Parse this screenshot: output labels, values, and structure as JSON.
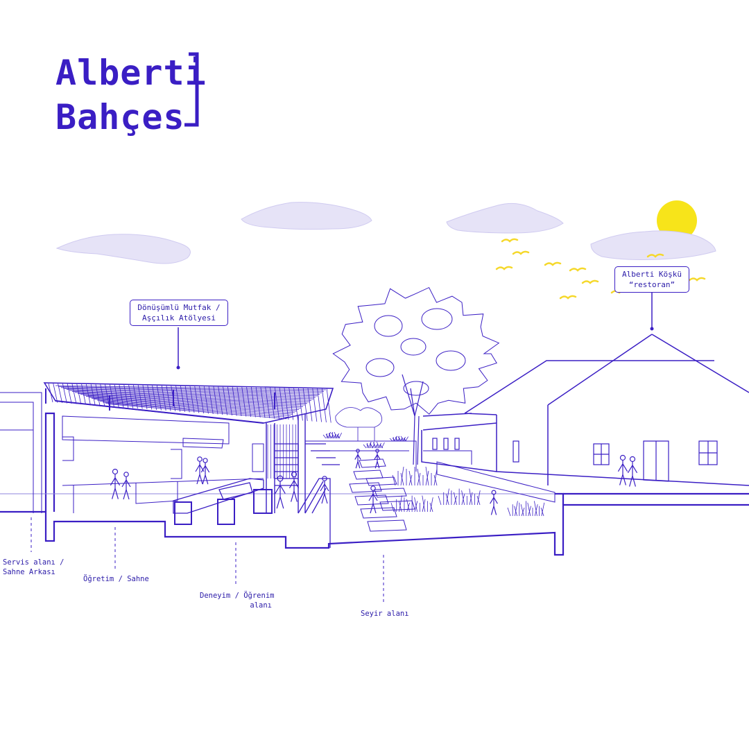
{
  "title": {
    "line1": "Alberti",
    "line2": "Bahçes"
  },
  "callouts": {
    "kitchen": {
      "line1": "Dönüşümlü Mutfak /",
      "line2": "Aşçılık Atölyesi"
    },
    "kosk": {
      "line1": "Alberti Köşkü",
      "line2": "“restoran”"
    }
  },
  "zones": {
    "service": {
      "line1": "Servis alanı /",
      "line2": "Sahne Arkası"
    },
    "teaching": {
      "line1": "Öğretim / Sahne"
    },
    "experience": {
      "line1": "Deneyim / Öğrenim",
      "line2": "alanı"
    },
    "viewing": {
      "line1": "Seyir alanı"
    }
  },
  "colors": {
    "line": "#3a1ec4",
    "cloud": "#e6e3f7",
    "sun": "#f7e41a",
    "bird": "#f5d82a"
  },
  "icons": [
    "cloud-icon",
    "sun-icon",
    "bird-icon",
    "tree-icon",
    "person-icon"
  ]
}
